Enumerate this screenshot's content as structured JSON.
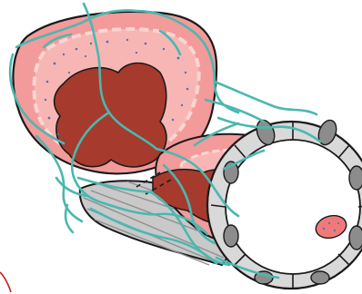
{
  "colors": {
    "background": "#ffffff",
    "outline": "#1a1a1a",
    "tissue_pink": "#f39a9a",
    "tissue_pink_light": "#f7b6b4",
    "lumen_dark_red": "#a63a2c",
    "vessel_teal": "#4ab8b0",
    "capillary_grey": "#d9d9d9",
    "capillary_grey_dark": "#9a9a9a",
    "cell_nucleus_grey": "#8c8c8c",
    "dots_blue": "#5a6fb0",
    "red_blood_cell": "#f07a7a",
    "red_line": "#cc1b1b"
  },
  "figure": {
    "elements": [
      "alveolus-large",
      "alveolus-small",
      "capillary-network",
      "capillary-cross-section",
      "red-blood-cell"
    ]
  }
}
